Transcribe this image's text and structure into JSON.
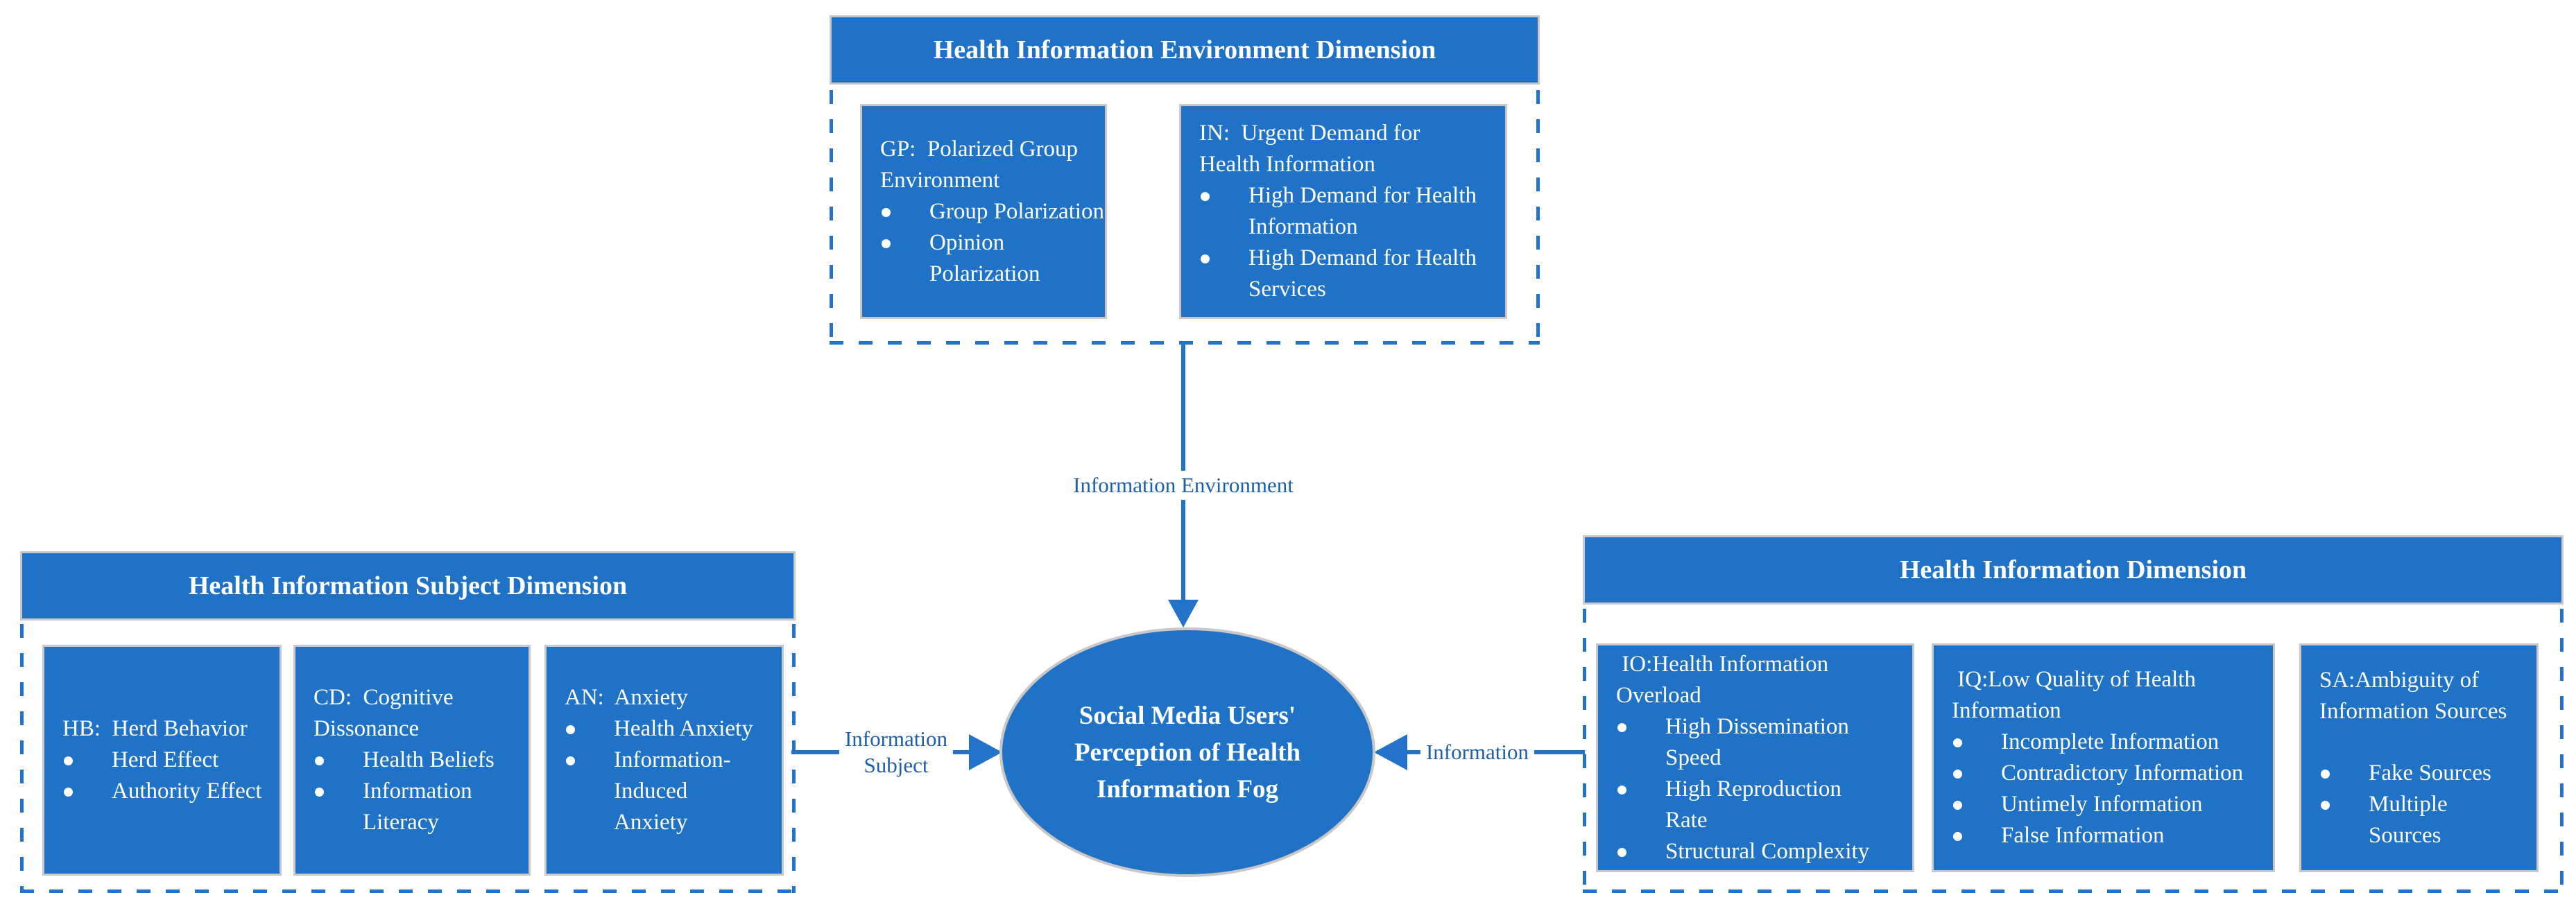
{
  "colors": {
    "node_fill": "#1F72C6",
    "connector_blue": "#2273C9",
    "label_text_blue": "#1D5FA9",
    "node_border_gray": "#C9C7C7",
    "text_white": "#FFFFFF"
  },
  "center_node": {
    "text": "Social Media Users'\nPerception of Health\nInformation Fog"
  },
  "connectors": {
    "environment_label": "Information Environment",
    "subject_label": "Information\nSubject",
    "information_label": "Information"
  },
  "environment_dimension": {
    "title": "Health Information Environment Dimension",
    "boxes": [
      {
        "title": "GP:  Polarized Group\nEnvironment",
        "bullets": [
          "Group Polarization",
          "Opinion Polarization"
        ]
      },
      {
        "title": "IN:  Urgent Demand for\nHealth Information",
        "bullets": [
          "High Demand for Health\nInformation",
          "High Demand for Health\nServices"
        ]
      }
    ]
  },
  "subject_dimension": {
    "title": "Health Information Subject Dimension",
    "boxes": [
      {
        "title": "HB:  Herd Behavior",
        "bullets": [
          "Herd Effect",
          "Authority Effect"
        ]
      },
      {
        "title": "CD:  Cognitive\nDissonance",
        "bullets": [
          "Health Beliefs",
          "Information\nLiteracy"
        ]
      },
      {
        "title": "AN:  Anxiety",
        "bullets": [
          "Health Anxiety",
          "Information-\nInduced\nAnxiety"
        ]
      }
    ]
  },
  "information_dimension": {
    "title": "Health Information Dimension",
    "boxes": [
      {
        "title": " IO:Health Information\nOverload",
        "bullets": [
          "High Dissemination\nSpeed",
          "High Reproduction\nRate",
          "Structural Complexity"
        ]
      },
      {
        "title": " IQ:Low Quality of Health\nInformation",
        "bullets": [
          "Incomplete Information",
          "Contradictory Information",
          "Untimely Information",
          "False Information"
        ]
      },
      {
        "title": "SA:Ambiguity of\nInformation Sources",
        "bullets": [
          "Fake Sources",
          "Multiple\nSources"
        ]
      }
    ]
  }
}
